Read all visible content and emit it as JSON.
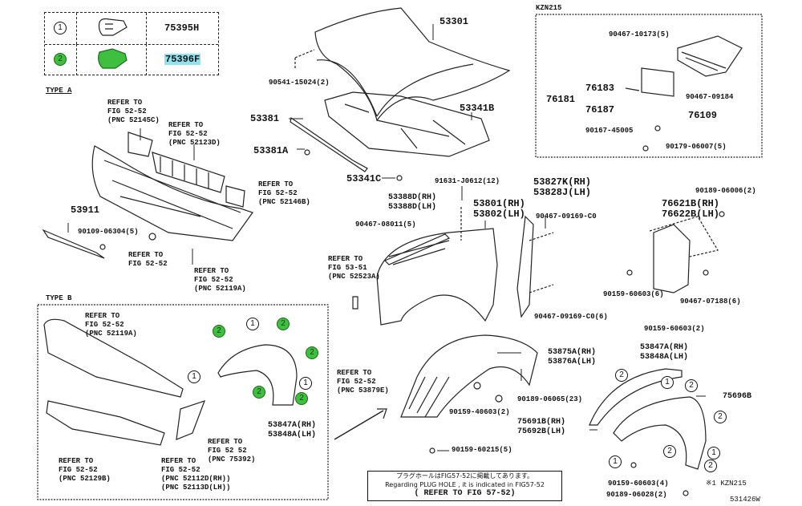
{
  "legend": {
    "rows": [
      {
        "symbol": "1",
        "symbol_style": "white",
        "part_number": "75395H",
        "highlighted": false
      },
      {
        "symbol": "2",
        "symbol_style": "green",
        "part_number": "75396F",
        "highlighted": true
      }
    ],
    "colors": {
      "green_clip": "#3fbf3f",
      "highlight": "#8fe3f0"
    }
  },
  "sections": {
    "type_a": "TYPE A",
    "type_b": "TYPE B",
    "kzn215": "KZN215"
  },
  "labels": {
    "ref_52145c": "REFER TO\nFIG 52-52\n(PNC 52145C)",
    "ref_52123d": "REFER TO\nFIG 52-52\n(PNC 52123D)",
    "ref_52146b": "REFER TO\nFIG 52-52\n(PNC 52146B)",
    "p53911": "53911",
    "p90109": "90109-06304(5)",
    "ref_fig5252": "REFER TO\nFIG 52-52",
    "ref_52119a_a": "REFER TO\nFIG 52-52\n(PNC 52119A)",
    "p53301": "53301",
    "p90541": "90541-15024(2)",
    "p53381": "53381",
    "p53341b": "53341B",
    "p53381a": "53381A",
    "p53341c": "53341C",
    "p91631": "91631-J0612(12)",
    "p53388": "53388D(RH)\n53388D(LH)",
    "p90467_08011": "90467-08011(5)",
    "ref_52523a": "REFER TO\nFIG 53-51\n(PNC 52523A)",
    "p53801": "53801(RH)\n53802(LH)",
    "p53827": "53827K(RH)\n53828J(LH)",
    "p90467_09169": "90467-09169-C0",
    "p90467_09169_6": "90467-09169-C0(6)",
    "p90467_10173": "90467-10173(5)",
    "p76183": "76183",
    "p76181": "76181",
    "p76187": "76187",
    "p90167": "90167-45005",
    "p90179": "90179-06007(5)",
    "p90467_09184": "90467-09184",
    "p76109": "76109",
    "p90189_06006": "90189-06006(2)",
    "p76621": "76621B(RH)\n76622B(LH)",
    "p90159_60603_6": "90159-60603(6)",
    "p90467_07188": "90467-07188(6)",
    "p90159_60603_2": "90159-60603(2)",
    "ref_52119a_b": "REFER TO\nFIG 52-52\n(PNC 52119A)",
    "ref_52129b": "REFER TO\nFIG 52-52\n(PNC 52129B)",
    "ref_75392": "REFER TO\nFIG 52 52\n(PNC 75392)",
    "ref_52112": "REFER TO\nFIG 52-52\n(PNC 52112D(RH))\n(PNC 52113D(LH))",
    "p53847a_b": "53847A(RH)\n53848A(LH)",
    "ref_53879e": "REFER TO\nFIG 52-52\n(PNC 53879E)",
    "p53875": "53875A(RH)\n53876A(LH)",
    "p90189_06065": "90189-06065(23)",
    "p90159_40603": "90159-40603(2)",
    "p75691": "75691B(RH)\n75692B(LH)",
    "p90159_60215": "90159-60215(5)",
    "p53847a_c": "53847A(RH)\n53848A(LH)",
    "p75696b": "75696B",
    "p90159_60603_4": "90159-60603(4)",
    "p90189_06028": "90189-06028(2)",
    "kzn_note": "※1 KZN215",
    "fig_code": "531426W"
  },
  "note": {
    "line1": "プラグホールはFIG57-52に掲載してあります。",
    "line2": "Regarding PLUG HOLE , it is indicated in FIG57-52",
    "line3": "( REFER TO FIG 57-52)"
  }
}
